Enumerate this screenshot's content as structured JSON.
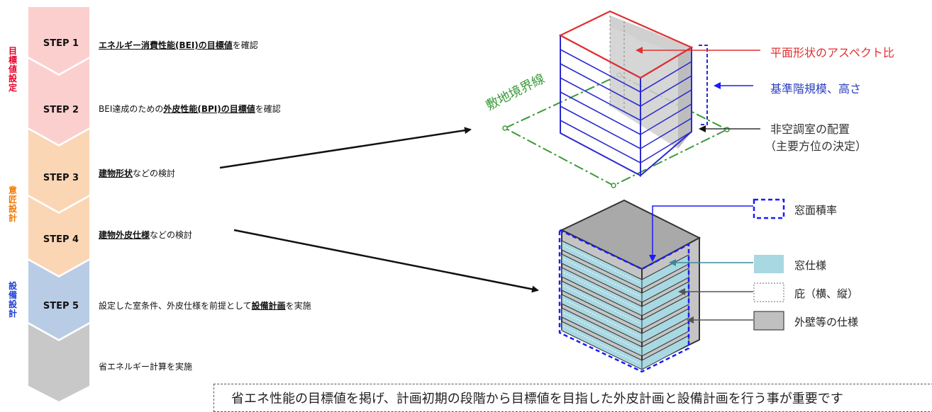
{
  "phases": [
    {
      "label": "目標値設定",
      "color": "#e8002a"
    },
    {
      "label": "意匠設計",
      "color": "#f07800"
    },
    {
      "label": "設備設計",
      "color": "#1f3fd0"
    }
  ],
  "steps": [
    {
      "label": "STEP 1",
      "desc_bold": "エネルギー消費性能(BEI)の目標値",
      "desc_post": "を確認"
    },
    {
      "label": "STEP 2",
      "desc_pre": "BEI達成のための",
      "desc_bold": "外皮性能(BPI)の目標値",
      "desc_post": "を確認"
    },
    {
      "label": "STEP 3",
      "desc_bold": "建物形状",
      "desc_post": "などの検討"
    },
    {
      "label": "STEP 4",
      "desc_bold": "建物外皮仕様",
      "desc_post": "などの検討"
    },
    {
      "label": "STEP 5",
      "desc_pre": "設定した室条件、外皮仕様を前提として",
      "desc_bold": "設備計画",
      "desc_post": "を実施"
    },
    {
      "label": "",
      "desc_pre": "省エネルギー計算を実施"
    }
  ],
  "top_diagram": {
    "site_boundary": "敷地境界線",
    "labels": [
      {
        "text": "平面形状のアスペクト比",
        "color": "#e03030"
      },
      {
        "text": "基準階規模、高さ",
        "color": "#2a3fbf"
      },
      {
        "text": "非空調室の配置",
        "color": "#333333"
      },
      {
        "text": "（主要方位の決定）",
        "color": "#333333"
      }
    ]
  },
  "legend": [
    {
      "text": "窓面積率",
      "swatch": "dashed-blue"
    },
    {
      "text": "窓仕様",
      "swatch": "#a8d8e2"
    },
    {
      "text": "庇（横、縦）",
      "swatch": "dotted-white"
    },
    {
      "text": "外壁等の仕様",
      "swatch": "#c0c0c0"
    }
  ],
  "note": "省エネ性能の目標値を掲げ、計画初期の段階から目標値を目指した外皮計画と設備計画を行う事が重要です"
}
